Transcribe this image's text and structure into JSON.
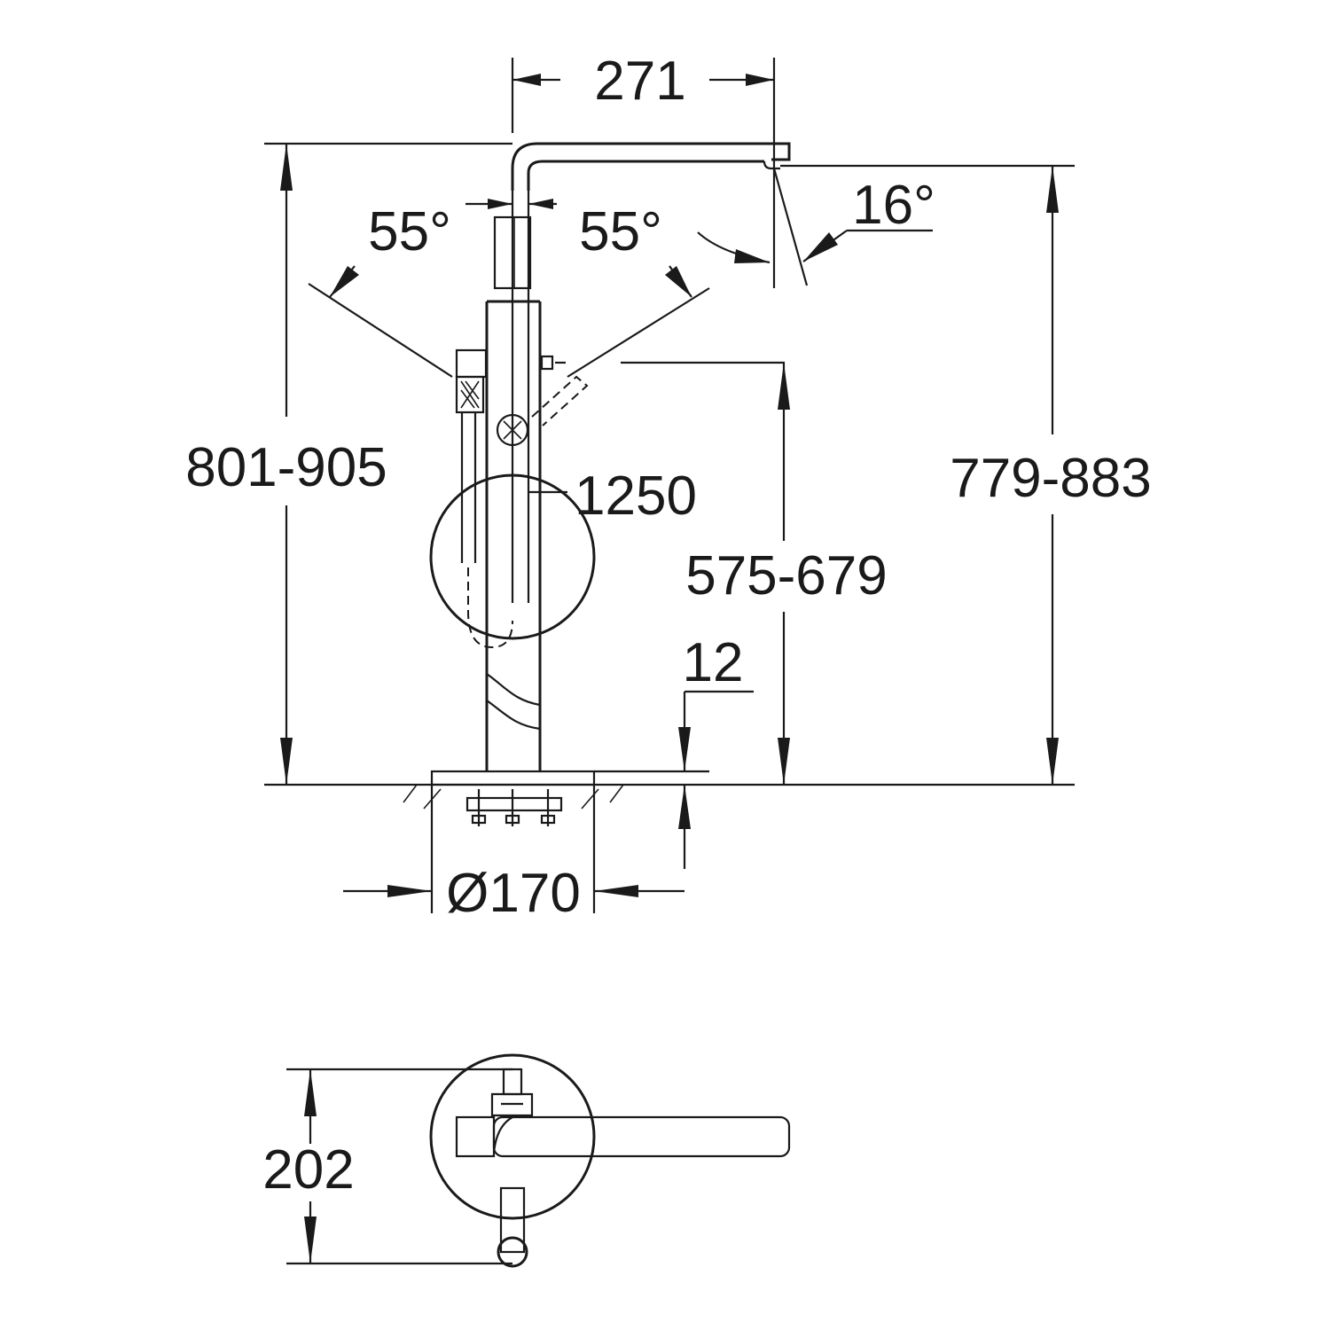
{
  "dimensions": {
    "spout_reach": "271",
    "left_angle": "55°",
    "right_angle": "55°",
    "spout_angle": "16°",
    "total_height": "801-905",
    "spout_height": "779-883",
    "hose_length": "1250",
    "handle_height": "575-679",
    "base_thickness": "12",
    "base_diameter": "Ø170",
    "top_view_depth": "202"
  },
  "colors": {
    "line": "#1a1a1a",
    "background": "#ffffff"
  }
}
